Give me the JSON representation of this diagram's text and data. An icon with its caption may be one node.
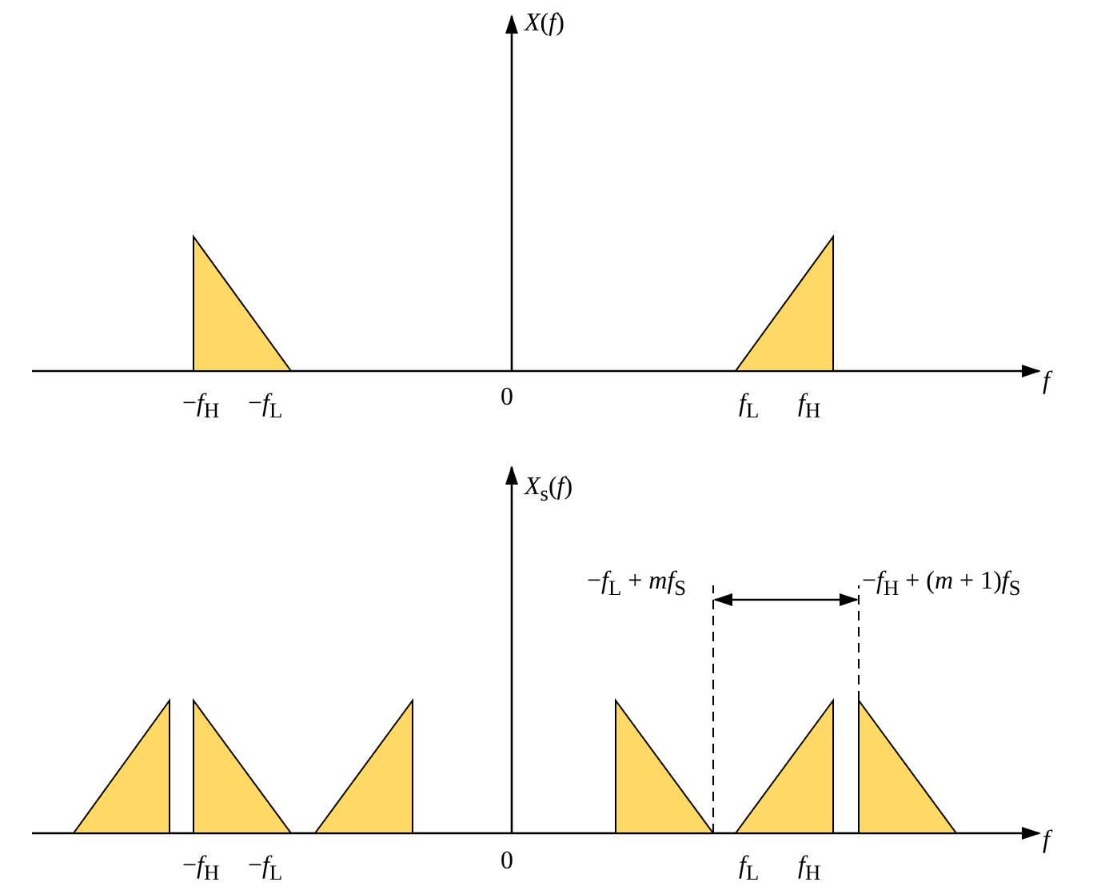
{
  "diagram": {
    "labels": [
      "*X*(*f*)",
      "*f*",
      "−*f*$_{H}$",
      "−*f*$_{L}$",
      "0",
      "*f*$_{L}$",
      "*f*$_{H}$",
      "*X*$_{s}$(*f*)",
      "−*f*$_{L}$ + *mf*$_{S}$",
      "−*f*$_{H}$ + (*m* + 1)*f*$_{S}$",
      "*f*",
      "−*f*$_{H}$",
      "−*f*$_{L}$",
      "0",
      "*f*$_{L}$",
      "*f*$_{H}$"
    ]
  }
}
